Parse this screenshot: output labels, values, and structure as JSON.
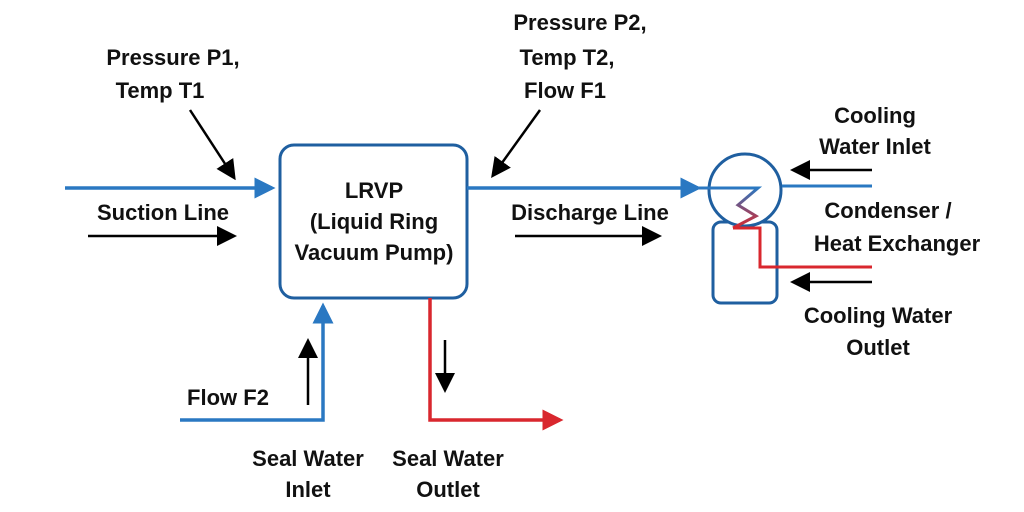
{
  "colors": {
    "blue": "#2a78c2",
    "red": "#d9272e",
    "dark_blue": "#1f5fa0",
    "black": "#000000"
  },
  "pump": {
    "line1": "LRVP",
    "line2": "(Liquid Ring",
    "line3": "Vacuum Pump)"
  },
  "labels": {
    "p1_line1": "Pressure P1,",
    "p1_line2": "Temp T1",
    "p2_line1": "Pressure P2,",
    "p2_line2": "Temp T2,",
    "p2_line3": "Flow F1",
    "suction": "Suction Line",
    "discharge": "Discharge Line",
    "cw_inlet_line1": "Cooling",
    "cw_inlet_line2": "Water Inlet",
    "condenser_line1": "Condenser /",
    "condenser_line2": "Heat Exchanger",
    "cw_outlet_line1": "Cooling Water",
    "cw_outlet_line2": "Outlet",
    "flow_f2": "Flow F2",
    "seal_in_line1": "Seal Water",
    "seal_in_line2": "Inlet",
    "seal_out_line1": "Seal Water",
    "seal_out_line2": "Outlet"
  }
}
